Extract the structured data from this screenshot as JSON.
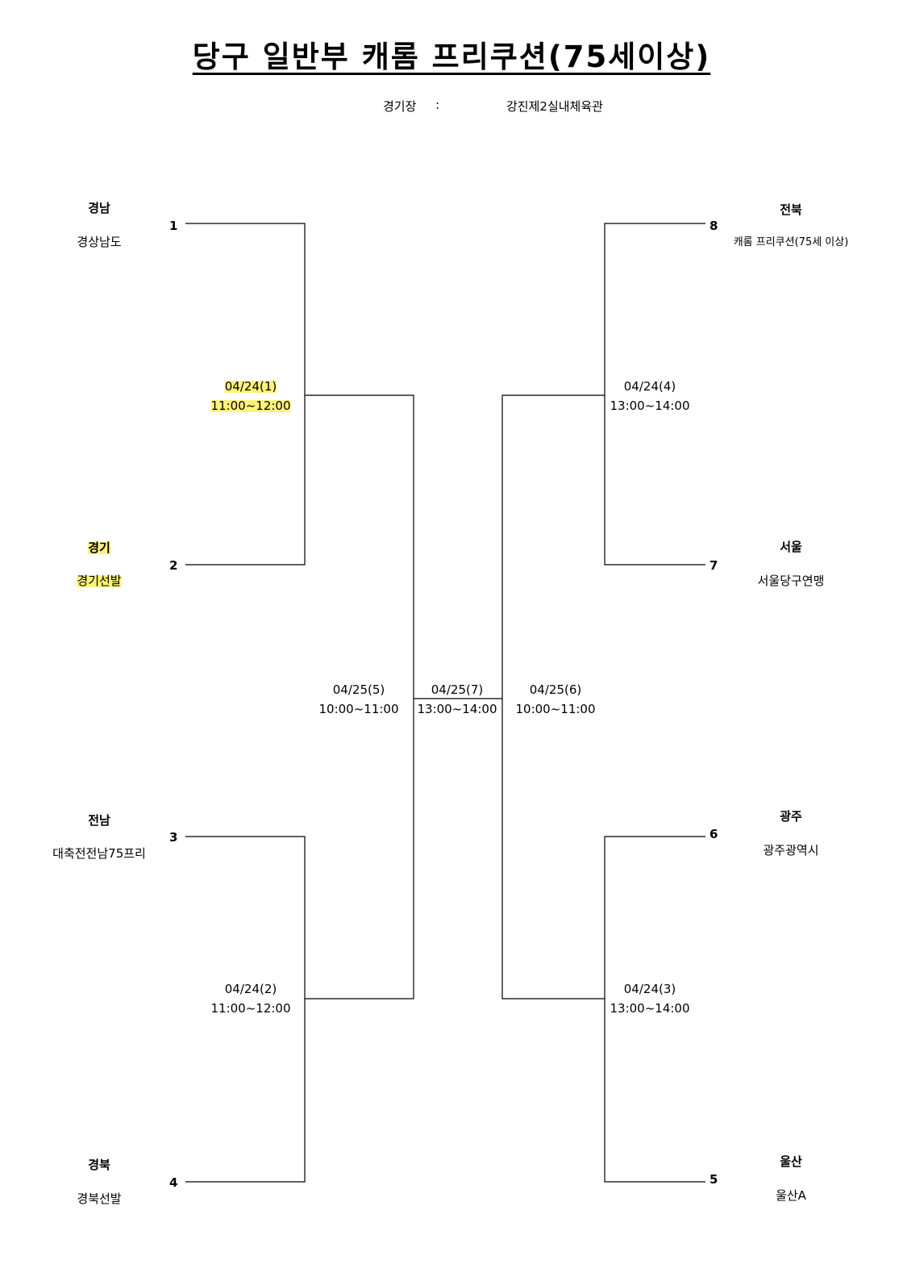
{
  "title": "당구 일반부 캐롬 프리쿠션(75세이상)",
  "venue": {
    "label": "경기장",
    "colon": ":",
    "value": "강진제2실내체육관"
  },
  "highlight_color": "#fff27a",
  "teams": [
    {
      "seed": "1",
      "region": "경남",
      "name": "경상남도"
    },
    {
      "seed": "2",
      "region": "경기",
      "name": "경기선발",
      "highlighted": true
    },
    {
      "seed": "3",
      "region": "전남",
      "name": "대축전전남75프리"
    },
    {
      "seed": "4",
      "region": "경북",
      "name": "경북선발"
    },
    {
      "seed": "5",
      "region": "울산",
      "name": "울산A"
    },
    {
      "seed": "6",
      "region": "광주",
      "name": "광주광역시"
    },
    {
      "seed": "7",
      "region": "서울",
      "name": "서울당구연맹"
    },
    {
      "seed": "8",
      "region": "전북",
      "name": "캐롬 프리쿠션(75세 이상)"
    }
  ],
  "matches": [
    {
      "date": "04/24(1)",
      "time": "11:00~12:00",
      "highlighted": true
    },
    {
      "date": "04/24(2)",
      "time": "11:00~12:00"
    },
    {
      "date": "04/24(3)",
      "time": "13:00~14:00"
    },
    {
      "date": "04/24(4)",
      "time": "13:00~14:00"
    },
    {
      "date": "04/25(5)",
      "time": "10:00~11:00"
    },
    {
      "date": "04/25(6)",
      "time": "10:00~11:00"
    },
    {
      "date": "04/25(7)",
      "time": "13:00~14:00"
    }
  ]
}
